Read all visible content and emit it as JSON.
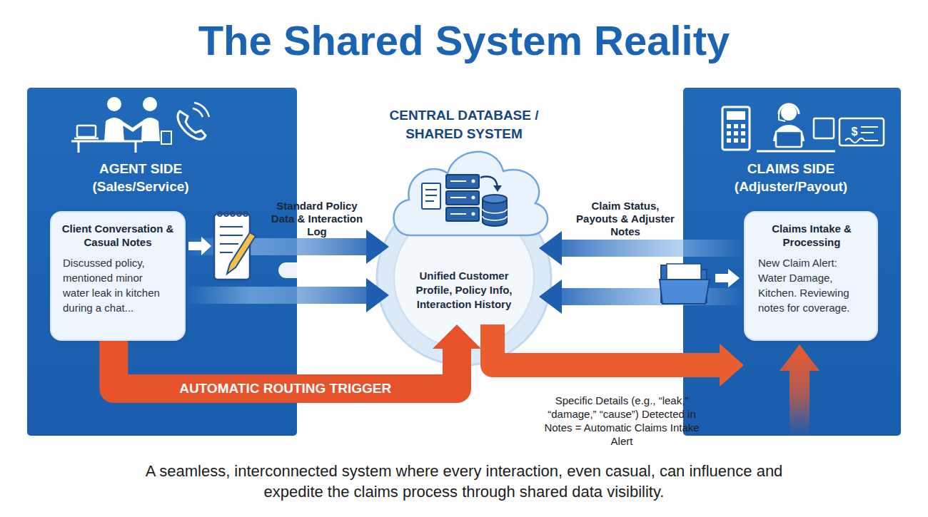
{
  "diagram": {
    "title": "The Shared System Reality",
    "caption": "A seamless, interconnected system where every interaction, even casual, can influence and expedite the claims process through shared data visibility.",
    "nodes": [
      {
        "text": [
          "AGENT SIDE (Sales/Service)"
        ]
      },
      {
        "text": [
          "Client Conversation & Casual Notes",
          "Discussed policy, mentioned minor water leak in kitchen during a chat..."
        ],
        "in": 0
      },
      {
        "text": [
          "CENTRAL DATABASE / SHARED SYSTEM",
          "Unified Customer Profile, Policy Info, Interaction History"
        ]
      },
      {
        "text": [
          "CLAIMS SIDE (Adjuster/Payout)"
        ]
      },
      {
        "text": [
          "Claims Intake & Processing",
          "New Claim Alert: Water Damage, Kitchen. Reviewing notes for coverage."
        ],
        "in": 3
      }
    ],
    "edges": [
      {
        "from": 1,
        "to": 2,
        "label": "Standard Policy Data & Interaction Log",
        "arrow": "to"
      },
      {
        "from": 1,
        "to": 2,
        "arrow": "to"
      },
      {
        "from": 4,
        "to": 2,
        "label": "Claim Status, Payouts & Adjuster Notes",
        "arrow": "to"
      },
      {
        "from": 4,
        "to": 2,
        "arrow": "to"
      },
      {
        "from": 1,
        "to": 2,
        "label": "AUTOMATIC ROUTING TRIGGER",
        "arrow": "to"
      },
      {
        "from": 2,
        "to": 4,
        "label": "Specific Details (e.g., “leak,” “damage,” “cause”) Detected in Notes = Automatic Claims Intake Alert",
        "arrow": "to"
      }
    ],
    "labels": [
      "$"
    ]
  }
}
